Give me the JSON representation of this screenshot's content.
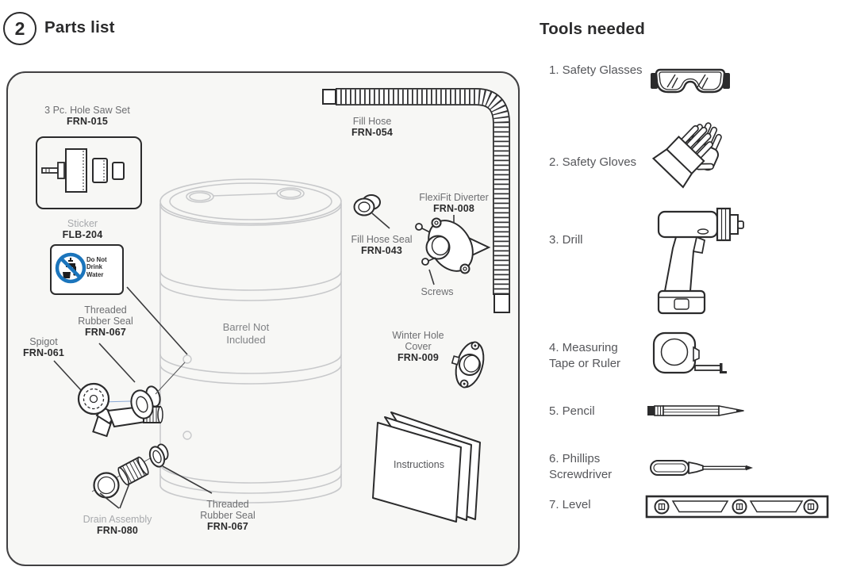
{
  "header": {
    "step_number": "2",
    "title": "Parts list"
  },
  "parts_panel": {
    "barrel_note": "Barrel Not\nIncluded",
    "items": {
      "hole_saw_set": {
        "name": "3 Pc. Hole Saw Set",
        "code": "FRN-015"
      },
      "sticker": {
        "name": "Sticker",
        "code": "FLB-204",
        "sticker_text": "Do Not\nDrink\nWater"
      },
      "fill_hose": {
        "name": "Fill Hose",
        "code": "FRN-054"
      },
      "flexifit_diverter": {
        "name": "FlexiFit Diverter",
        "code": "FRN-008"
      },
      "fill_hose_seal": {
        "name": "Fill Hose Seal",
        "code": "FRN-043"
      },
      "screws": {
        "name": "Screws"
      },
      "threaded_rubber_seal_top": {
        "name": "Threaded\nRubber Seal",
        "code": "FRN-067"
      },
      "spigot": {
        "name": "Spigot",
        "code": "FRN-061"
      },
      "winter_hole_cover": {
        "name": "Winter Hole\nCover",
        "code": "FRN-009"
      },
      "instructions": {
        "name": "Instructions"
      },
      "drain_assembly": {
        "name": "Drain Assembly",
        "code": "FRN-080"
      },
      "threaded_rubber_seal_bottom": {
        "name": "Threaded\nRubber Seal",
        "code": "FRN-067"
      }
    }
  },
  "tools_panel": {
    "title": "Tools needed",
    "items": [
      {
        "label": "1. Safety Glasses",
        "icon": "safety-glasses"
      },
      {
        "label": "2. Safety Gloves",
        "icon": "safety-gloves"
      },
      {
        "label": "3. Drill",
        "icon": "drill"
      },
      {
        "label": "4. Measuring\nTape or Ruler",
        "icon": "measuring-tape"
      },
      {
        "label": "5. Pencil",
        "icon": "pencil"
      },
      {
        "label": "6. Phillips\nScrewdriver",
        "icon": "phillips-screwdriver"
      },
      {
        "label": "7. Level",
        "icon": "level"
      }
    ]
  },
  "colors": {
    "ink": "#2b2b2c",
    "label_gray": "#6d6e71",
    "light_gray": "#a7a9ac",
    "barrel_gray": "#c8c9cb",
    "sticker_blue": "#1b75bc",
    "panel_bg": "#f7f7f5"
  }
}
